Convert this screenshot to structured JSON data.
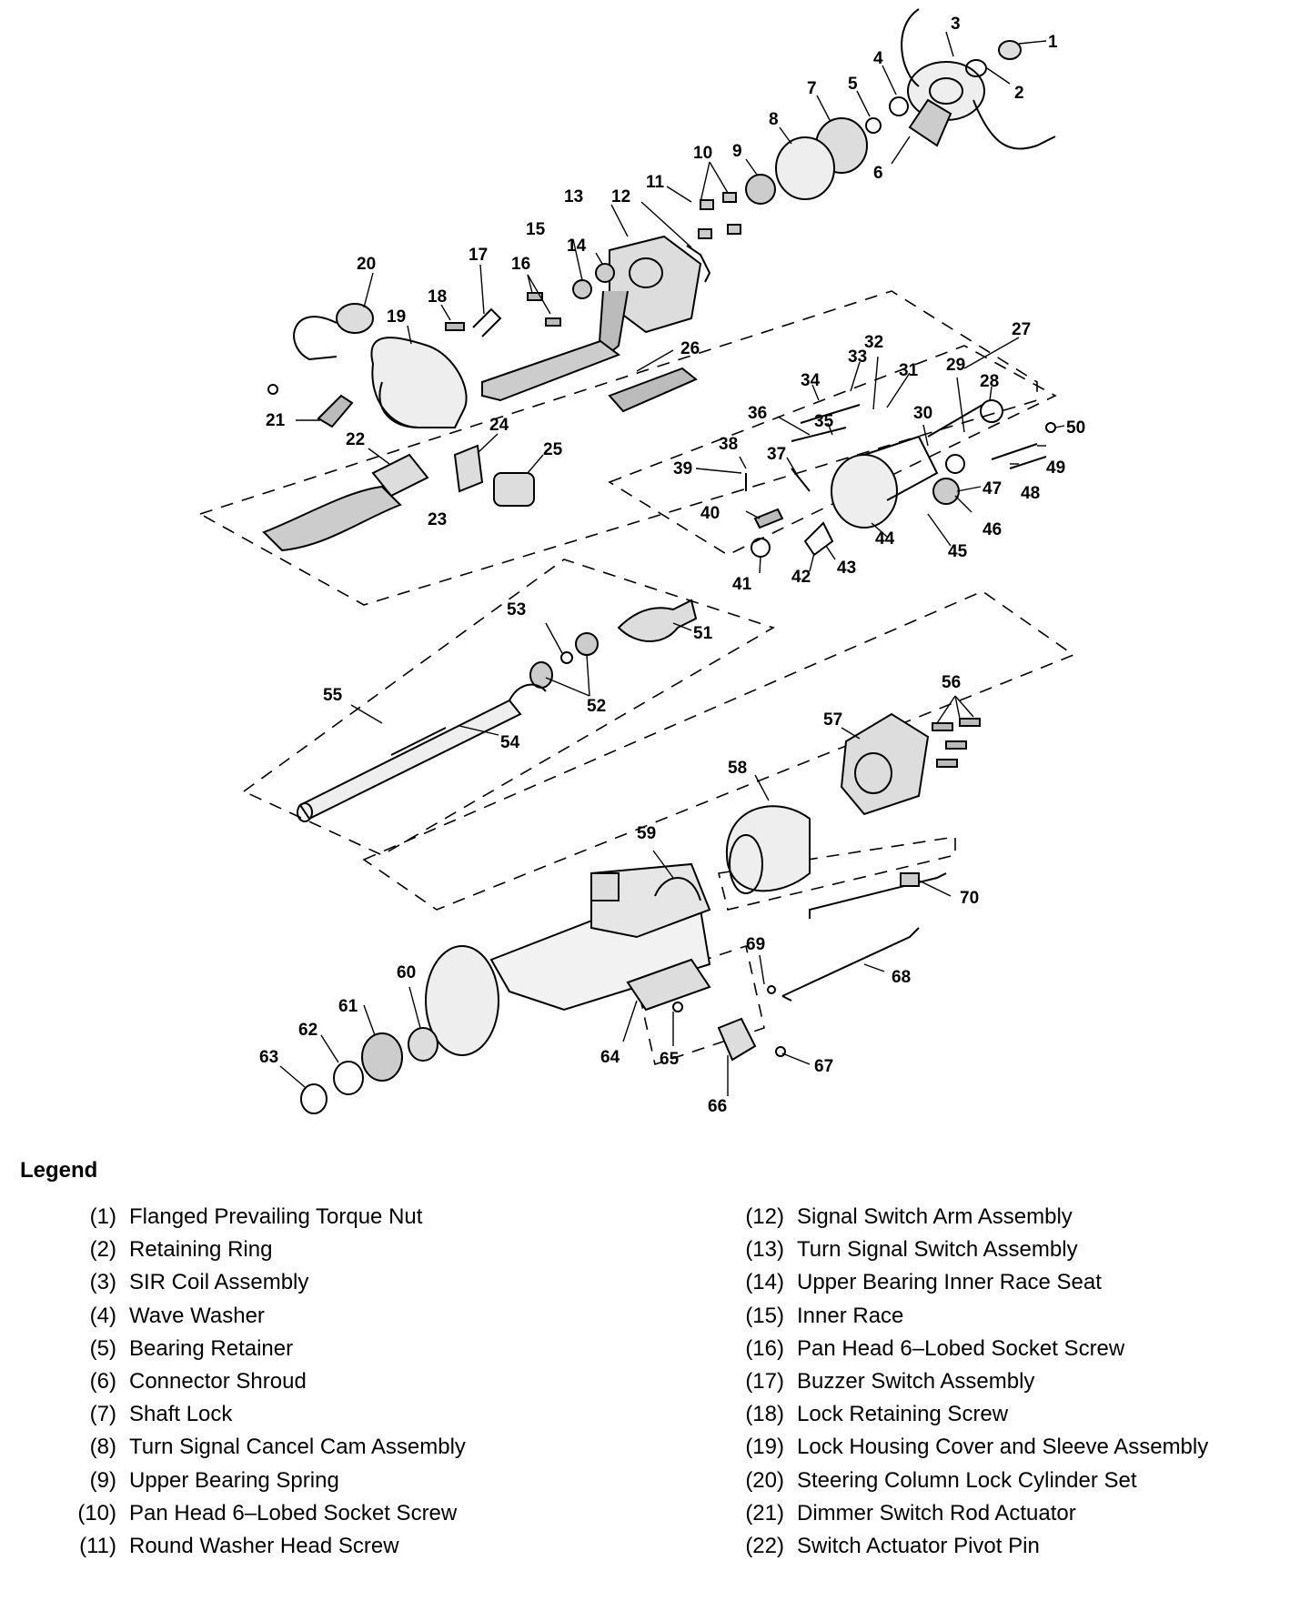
{
  "legend": {
    "title": "Legend",
    "left": [
      {
        "num": "(1)",
        "label": "Flanged Prevailing Torque Nut"
      },
      {
        "num": "(2)",
        "label": "Retaining Ring"
      },
      {
        "num": "(3)",
        "label": "SIR Coil Assembly"
      },
      {
        "num": "(4)",
        "label": "Wave Washer"
      },
      {
        "num": "(5)",
        "label": "Bearing Retainer"
      },
      {
        "num": "(6)",
        "label": "Connector Shroud"
      },
      {
        "num": "(7)",
        "label": "Shaft Lock"
      },
      {
        "num": "(8)",
        "label": "Turn Signal Cancel Cam Assembly"
      },
      {
        "num": "(9)",
        "label": "Upper Bearing Spring"
      },
      {
        "num": "(10)",
        "label": "Pan Head 6–Lobed Socket Screw"
      },
      {
        "num": "(11)",
        "label": "Round Washer Head Screw"
      }
    ],
    "right": [
      {
        "num": "(12)",
        "label": "Signal Switch Arm Assembly"
      },
      {
        "num": "(13)",
        "label": "Turn Signal Switch Assembly"
      },
      {
        "num": "(14)",
        "label": "Upper Bearing Inner Race Seat"
      },
      {
        "num": "(15)",
        "label": "Inner Race"
      },
      {
        "num": "(16)",
        "label": "Pan Head 6–Lobed Socket Screw"
      },
      {
        "num": "(17)",
        "label": "Buzzer Switch Assembly"
      },
      {
        "num": "(18)",
        "label": "Lock Retaining Screw"
      },
      {
        "num": "(19)",
        "label": "Lock Housing Cover and Sleeve Assembly"
      },
      {
        "num": "(20)",
        "label": "Steering Column Lock Cylinder Set"
      },
      {
        "num": "(21)",
        "label": "Dimmer Switch Rod Actuator"
      },
      {
        "num": "(22)",
        "label": "Switch Actuator Pivot Pin"
      }
    ]
  },
  "callouts": [
    "1",
    "2",
    "3",
    "4",
    "5",
    "6",
    "7",
    "8",
    "9",
    "10",
    "11",
    "12",
    "13",
    "14",
    "15",
    "16",
    "17",
    "18",
    "19",
    "20",
    "21",
    "22",
    "23",
    "24",
    "25",
    "26",
    "27",
    "28",
    "29",
    "30",
    "31",
    "32",
    "33",
    "34",
    "35",
    "36",
    "37",
    "38",
    "39",
    "40",
    "41",
    "42",
    "43",
    "44",
    "45",
    "46",
    "47",
    "48",
    "49",
    "50",
    "51",
    "52",
    "53",
    "54",
    "55",
    "56",
    "57",
    "58",
    "59",
    "60",
    "61",
    "62",
    "63",
    "64",
    "65",
    "66",
    "67",
    "68",
    "69",
    "70"
  ]
}
